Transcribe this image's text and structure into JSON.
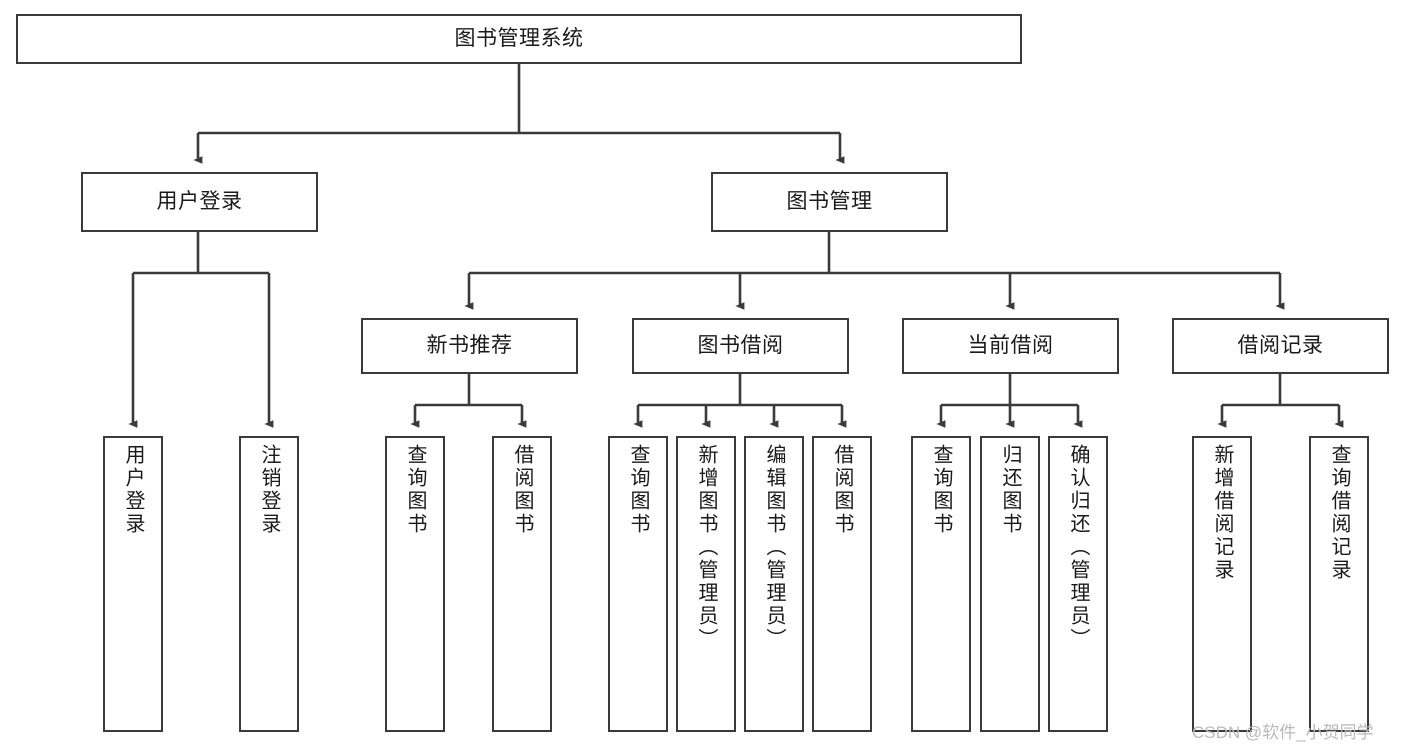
{
  "diagram": {
    "title": "图书管理系统",
    "type": "tree",
    "root": {
      "id": "root",
      "label": "图书管理系统",
      "level": 0
    },
    "levels": [
      {
        "level": 1,
        "nodes": [
          {
            "id": "user-login",
            "label": "用户登录"
          },
          {
            "id": "book-manage",
            "label": "图书管理"
          }
        ]
      },
      {
        "level": 2,
        "nodes": [
          {
            "id": "new-book-rec",
            "label": "新书推荐",
            "parent": "book-manage"
          },
          {
            "id": "book-borrow",
            "label": "图书借阅",
            "parent": "book-manage"
          },
          {
            "id": "current-borrow",
            "label": "当前借阅",
            "parent": "book-manage"
          },
          {
            "id": "borrow-record",
            "label": "借阅记录",
            "parent": "book-manage"
          }
        ]
      },
      {
        "level": 3,
        "nodes": [
          {
            "id": "leaf-user-login",
            "label": "用户登录",
            "parent": "user-login"
          },
          {
            "id": "leaf-user-logout",
            "label": "注销登录",
            "parent": "user-login"
          },
          {
            "id": "leaf-rec-query",
            "label": "查询图书",
            "parent": "new-book-rec"
          },
          {
            "id": "leaf-rec-borrow",
            "label": "借阅图书",
            "parent": "new-book-rec"
          },
          {
            "id": "leaf-borrow-query",
            "label": "查询图书",
            "parent": "book-borrow"
          },
          {
            "id": "leaf-borrow-add",
            "label": "新增图书（管理员）",
            "parent": "book-borrow"
          },
          {
            "id": "leaf-borrow-edit",
            "label": "编辑图书（管理员）",
            "parent": "book-borrow"
          },
          {
            "id": "leaf-borrow-lend",
            "label": "借阅图书",
            "parent": "book-borrow"
          },
          {
            "id": "leaf-cur-query",
            "label": "查询图书",
            "parent": "current-borrow"
          },
          {
            "id": "leaf-cur-return",
            "label": "归还图书",
            "parent": "current-borrow"
          },
          {
            "id": "leaf-cur-confirm",
            "label": "确认归还（管理员）",
            "parent": "current-borrow"
          },
          {
            "id": "leaf-rec-add",
            "label": "新增借阅记录",
            "parent": "borrow-record"
          },
          {
            "id": "leaf-rec-search",
            "label": "查询借阅记录",
            "parent": "borrow-record"
          }
        ]
      }
    ],
    "colors": {
      "stroke": "#3a3a3a",
      "fill": "#ffffff",
      "text": "#1a1a1a",
      "watermark": "#b9b9b9"
    }
  },
  "watermark": {
    "text": "CSDN @软件_小贺同学"
  }
}
